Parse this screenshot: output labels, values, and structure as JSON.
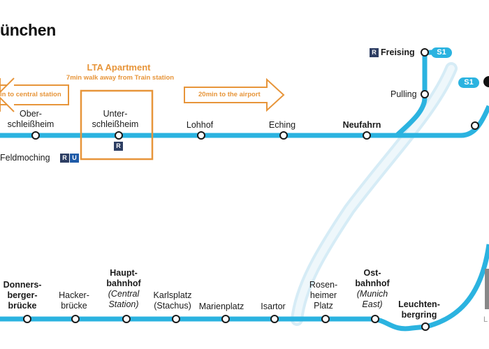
{
  "title": "ünchen",
  "apartment": {
    "title": "LTA Apartment",
    "subtitle": "7min walk away from Train station"
  },
  "arrows": {
    "central": "in to central station",
    "airport": "20min to the airport"
  },
  "line": {
    "name": "S1",
    "color": "#2bb3e0",
    "accent": "#e7953a"
  },
  "stations_top": {
    "freising": "Freising",
    "pulling": "Pulling",
    "ober": [
      "Ober-",
      "schleißheim"
    ],
    "unter": [
      "Unter-",
      "schleißheim"
    ],
    "lohhof": "Lohhof",
    "eching": "Eching",
    "neufahrn": "Neufahrn",
    "feldmoching": "Feldmoching"
  },
  "stations_bottom": {
    "donners": [
      "Donners-",
      "berger-",
      "brücke"
    ],
    "hacker": [
      "Hacker-",
      "brücke"
    ],
    "hbf": [
      "Haupt-",
      "bahnhof"
    ],
    "hbf_note": [
      "(Central",
      "Station)"
    ],
    "karlsplatz": [
      "Karlsplatz",
      "(Stachus)"
    ],
    "marienplatz": "Marienplatz",
    "isartor": "Isartor",
    "rosen": [
      "Rosen-",
      "heimer",
      "Platz"
    ],
    "ost": [
      "Ost-",
      "bahnhof"
    ],
    "ost_note": [
      "(Munich",
      "East)"
    ],
    "leuchten": [
      "Leuchten-",
      "bergring"
    ]
  },
  "badges": {
    "r": "R",
    "u": "U"
  },
  "edge": "L"
}
